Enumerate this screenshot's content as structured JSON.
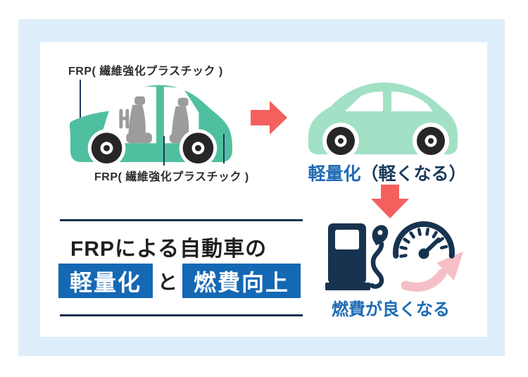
{
  "diagram": {
    "frp_label_top": "FRP( 繊維強化プラスチック )",
    "frp_label_bottom": "FRP( 繊維強化プラスチック )",
    "result1_highlight": "軽量化",
    "result1_note": "（軽くなる）",
    "result2_caption": "燃費が良くなる"
  },
  "title": {
    "line1": "FRPによる自動車の",
    "box1": "軽量化",
    "connector": "と",
    "box2": "燃費向上"
  },
  "icons": {
    "left_car": "car-cutaway-icon",
    "right_car": "car-silhouette-icon",
    "between_cars": "arrow-right-icon",
    "flow_down": "arrow-down-icon",
    "fuel": "fuel-pump-icon",
    "gauge": "speedometer-icon",
    "improvement": "curved-up-arrow-icon"
  },
  "colors": {
    "frame_blue": "#DFEEFB",
    "card_white": "#FFFFFF",
    "teal_car": "#4FBFA0",
    "mint_car": "#A2E1C6",
    "seat_gray": "#9C9C9C",
    "wheel_dark": "#262626",
    "navy": "#17334F",
    "accent_red": "#F4605E",
    "accent_pink": "#F6BFC7",
    "blue_text": "#1E6BB4",
    "box_blue": "#1568B3",
    "rule_navy": "#16324E",
    "dark_text": "#1F1F1F"
  }
}
